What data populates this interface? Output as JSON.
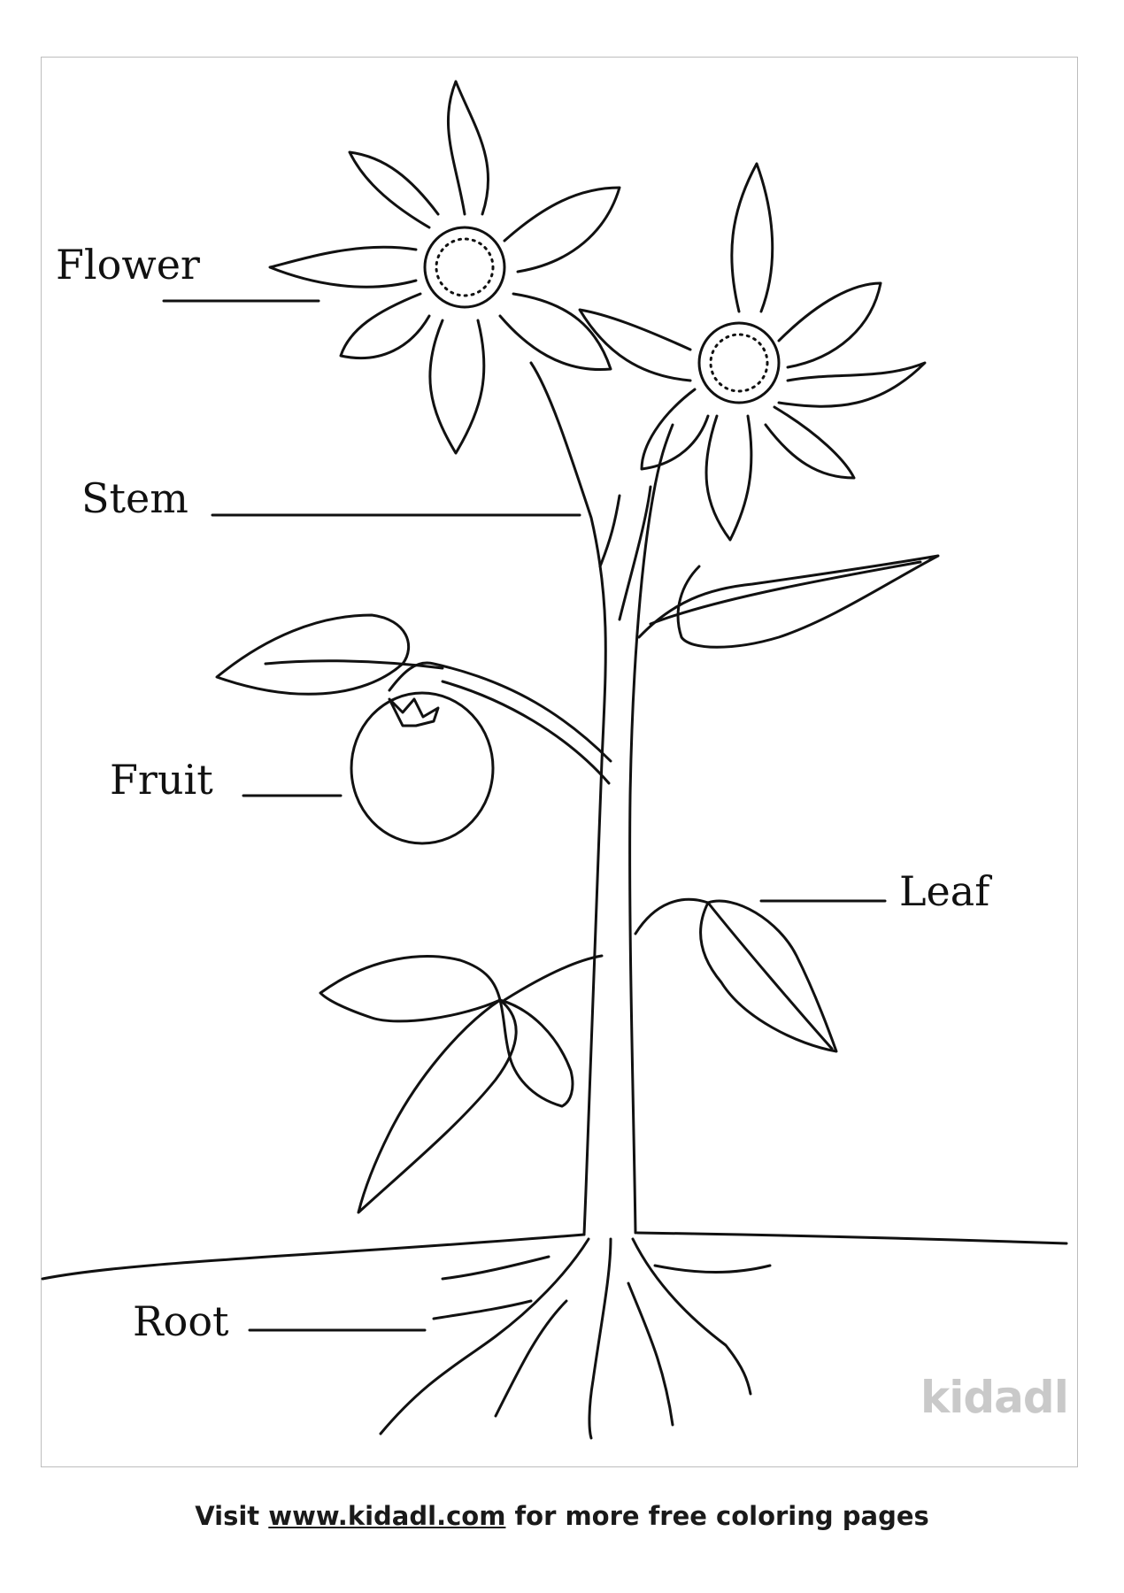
{
  "labels": {
    "flower": "Flower",
    "stem": "Stem",
    "fruit": "Fruit",
    "leaf": "Leaf",
    "root": "Root"
  },
  "watermark": "kidadl",
  "footer": {
    "prefix": "Visit",
    "link": "www.kidadl.com",
    "suffix": "for more free coloring pages"
  }
}
